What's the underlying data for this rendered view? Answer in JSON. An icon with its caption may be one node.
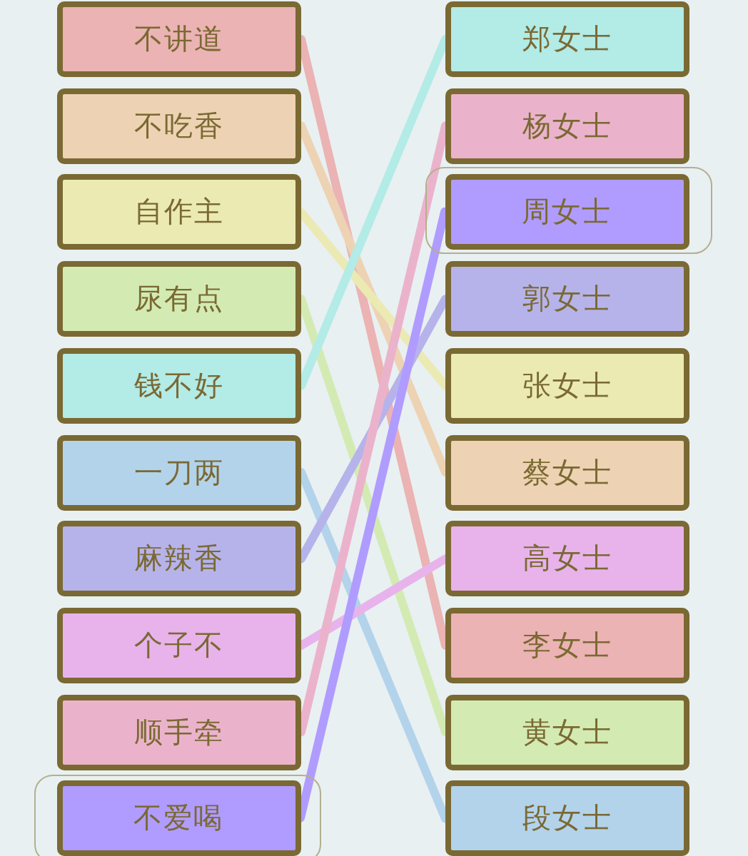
{
  "diagram": {
    "nodes": [
      {
        "text": [
          "不讲道"
        ]
      },
      {
        "text": [
          "不吃香"
        ]
      },
      {
        "text": [
          "自作主"
        ]
      },
      {
        "text": [
          "尿有点"
        ]
      },
      {
        "text": [
          "钱不好"
        ]
      },
      {
        "text": [
          "一刀两"
        ]
      },
      {
        "text": [
          "麻辣香"
        ]
      },
      {
        "text": [
          "个子不"
        ]
      },
      {
        "text": [
          "顺手牵"
        ]
      },
      {
        "text": [],
        "shape": "box"
      },
      {
        "text": [
          "不爱喝"
        ],
        "in": 9
      },
      {
        "text": [
          "郑女士"
        ]
      },
      {
        "text": [
          "杨女士"
        ]
      },
      {
        "text": [],
        "shape": "box"
      },
      {
        "text": [
          "周女士"
        ],
        "in": 13
      },
      {
        "text": [
          "郭女士"
        ]
      },
      {
        "text": [
          "张女士"
        ]
      },
      {
        "text": [
          "蔡女士"
        ]
      },
      {
        "text": [
          "高女士"
        ]
      },
      {
        "text": [
          "李女士"
        ]
      },
      {
        "text": [
          "黄女士"
        ]
      },
      {
        "text": [
          "段女士"
        ]
      }
    ],
    "edges": [
      {
        "from": 0,
        "to": 19,
        "arrow": "none",
        "color": "#ebb3b3"
      },
      {
        "from": 1,
        "to": 17,
        "arrow": "none",
        "color": "#edd3b3"
      },
      {
        "from": 2,
        "to": 16,
        "arrow": "none",
        "color": "#ebeab3"
      },
      {
        "from": 3,
        "to": 20,
        "arrow": "none",
        "color": "#d3ebb3"
      },
      {
        "from": 4,
        "to": 11,
        "arrow": "none",
        "color": "#b3ebe6"
      },
      {
        "from": 5,
        "to": 21,
        "arrow": "none",
        "color": "#b3d3eb"
      },
      {
        "from": 6,
        "to": 15,
        "arrow": "none",
        "color": "#b6b3eb"
      },
      {
        "from": 7,
        "to": 18,
        "arrow": "none",
        "color": "#e8b3eb"
      },
      {
        "from": 8,
        "to": 12,
        "arrow": "none",
        "color": "#ebb3cb"
      },
      {
        "from": 10,
        "to": 14,
        "arrow": "none",
        "color": "#b09cfe"
      }
    ]
  }
}
